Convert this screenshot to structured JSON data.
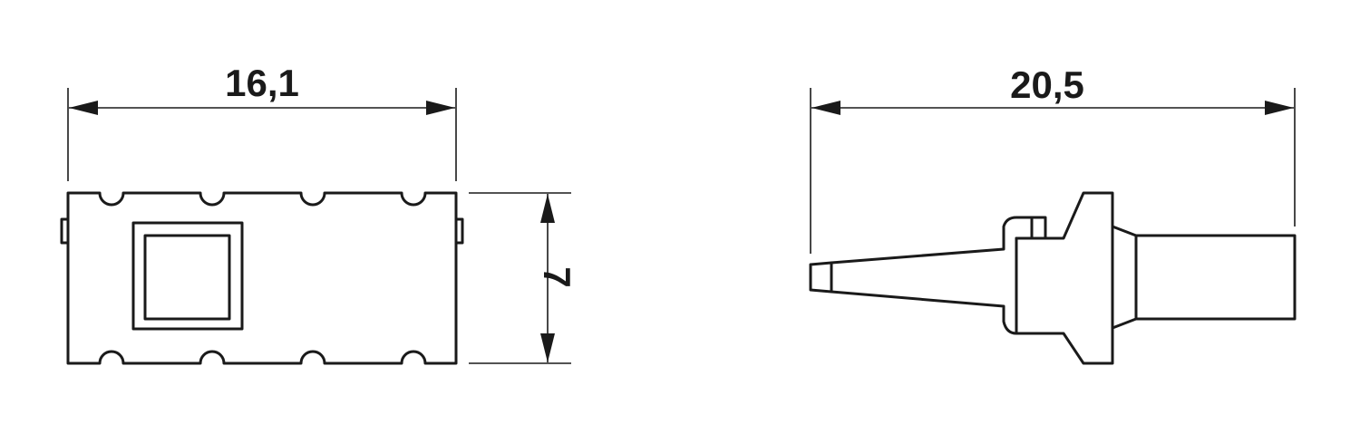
{
  "dimensions": {
    "front_width": "16,1",
    "front_height": "7",
    "side_length": "20,5"
  },
  "colors": {
    "line": "#1a1a1a",
    "background": "#ffffff"
  }
}
